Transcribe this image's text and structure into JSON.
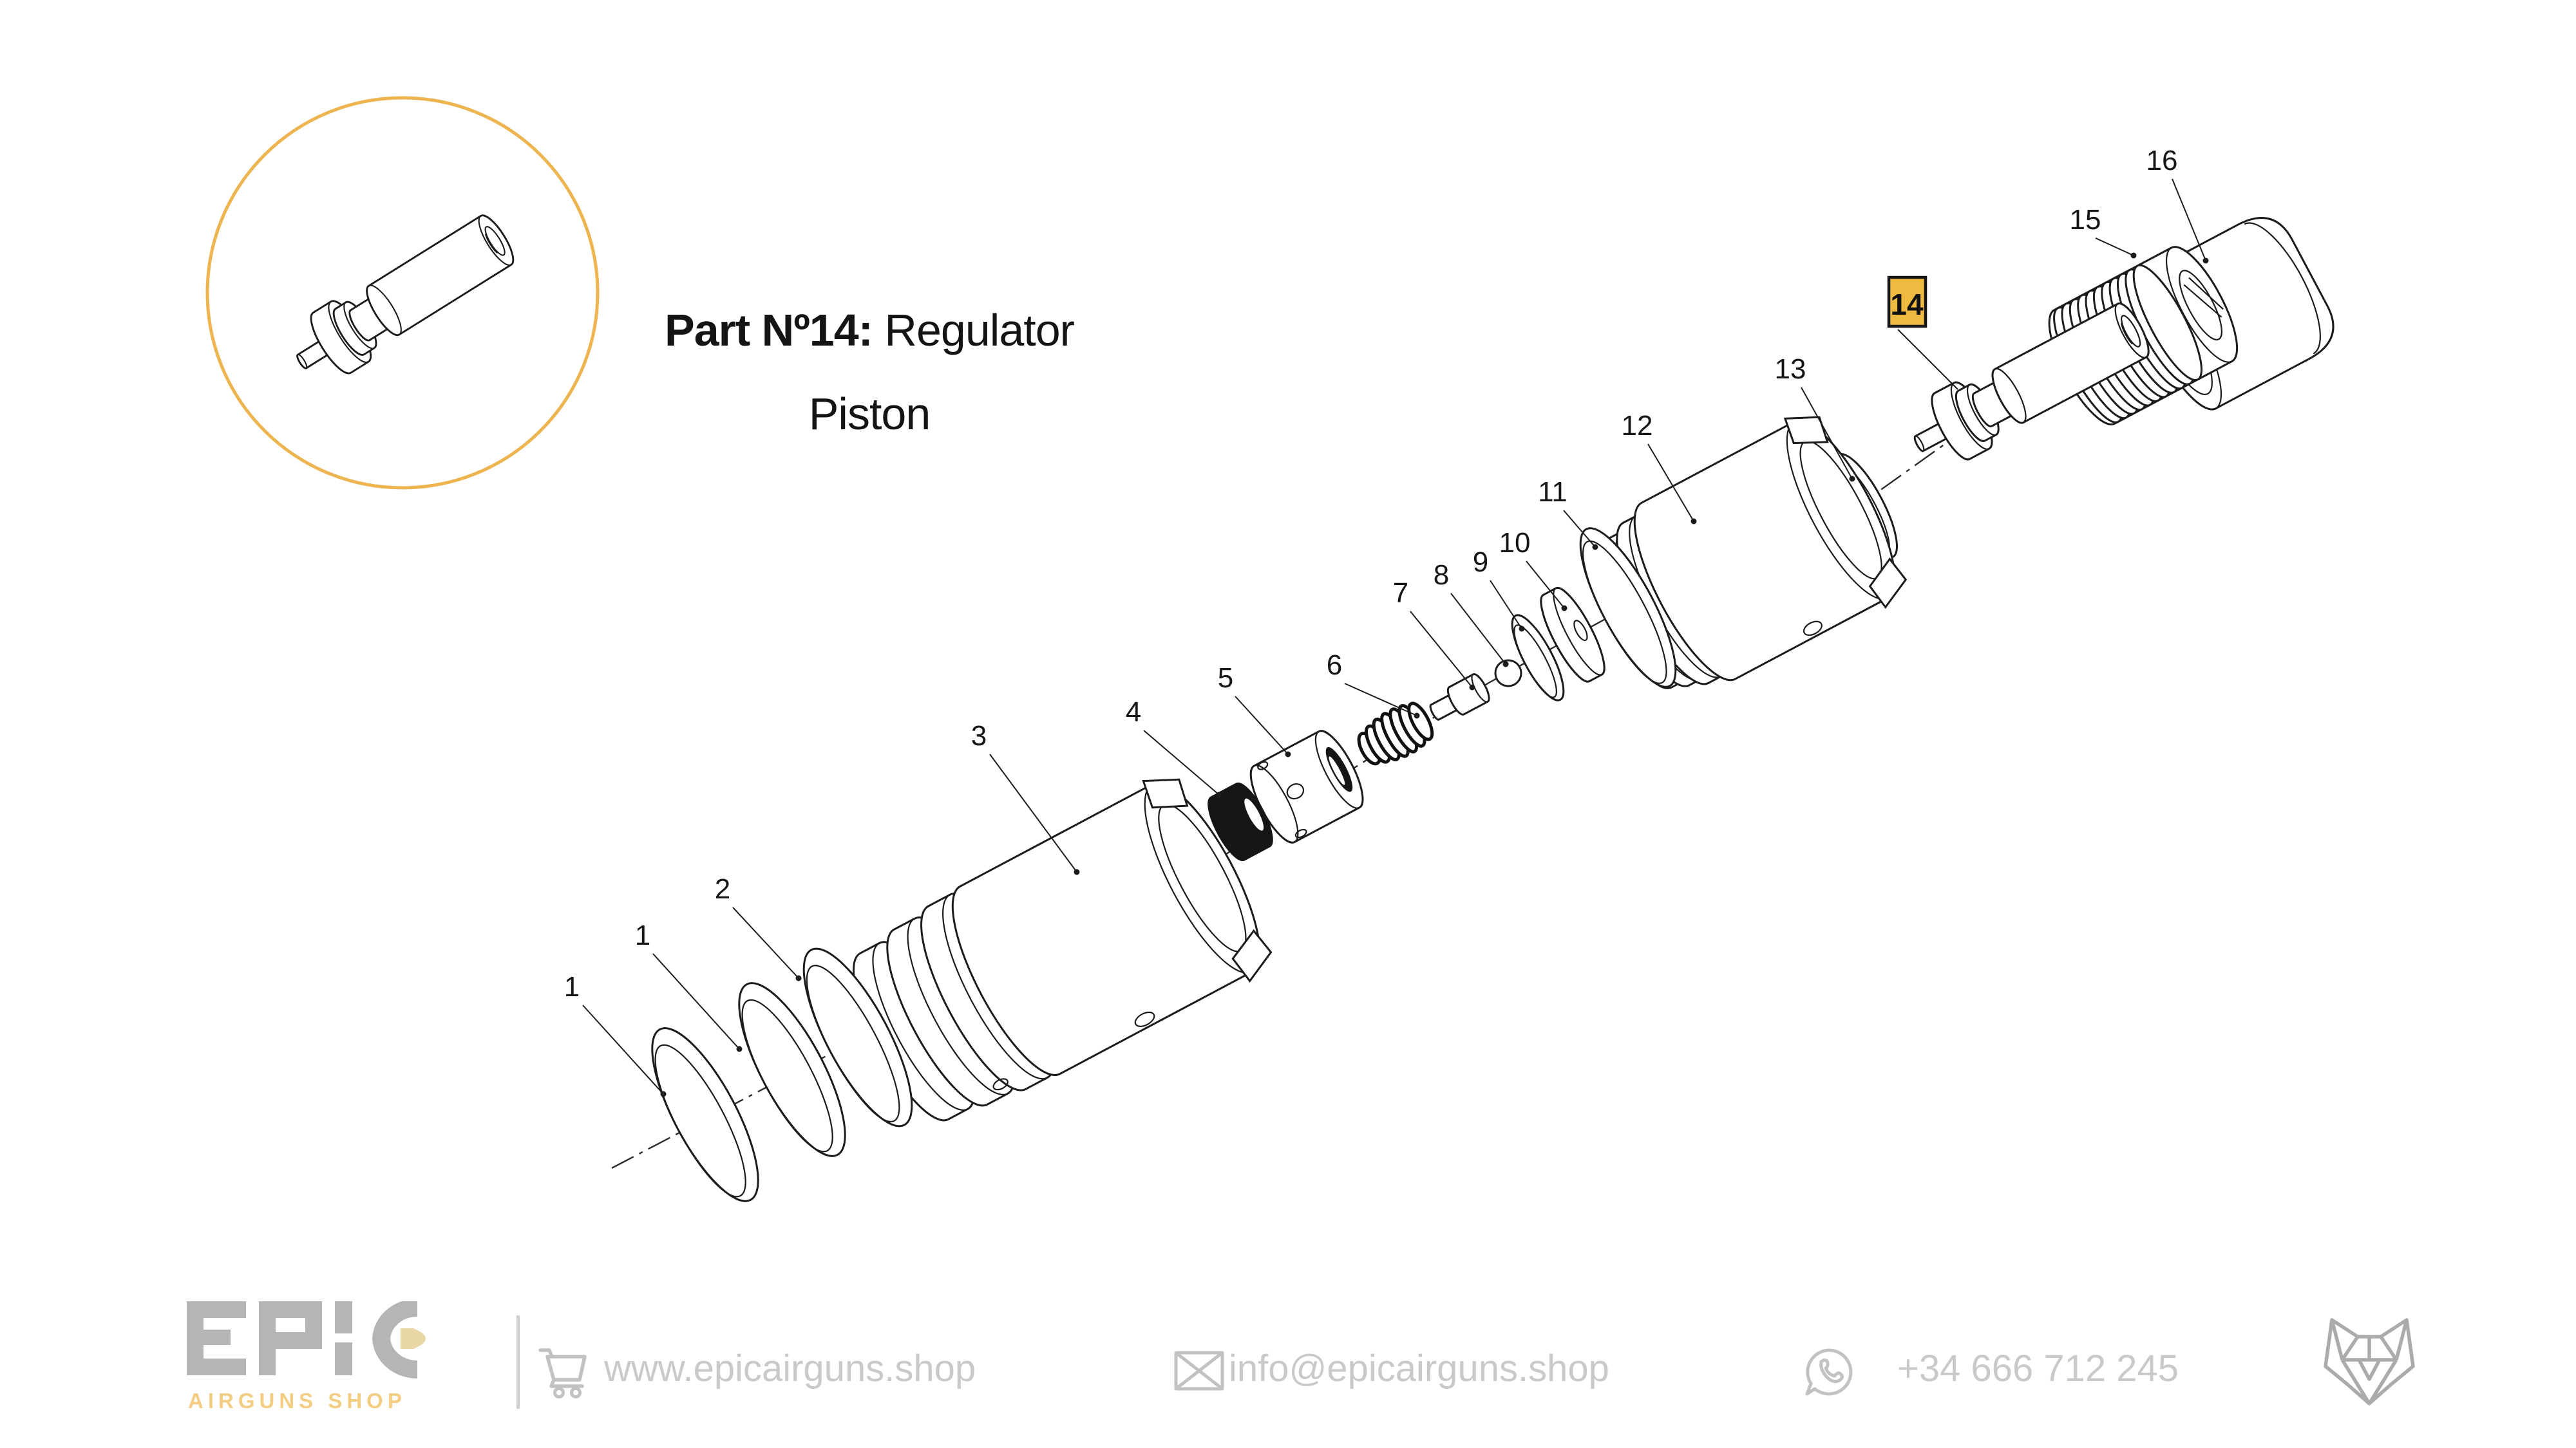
{
  "title": {
    "label": "Part Nº14:",
    "name": "Regulator Piston"
  },
  "inset": {
    "shape": "circle",
    "accent_color": "#EDB44F",
    "depicts": "regulator piston line drawing"
  },
  "diagram": {
    "type": "exploded-parts-diagram",
    "highlighted_part": "14",
    "highlight_color": "#EFBA42",
    "line_color": "#1c1c1c",
    "callouts": [
      "1",
      "1",
      "2",
      "3",
      "4",
      "5",
      "6",
      "7",
      "8",
      "9",
      "10",
      "11",
      "12",
      "13",
      "15",
      "16"
    ]
  },
  "footer": {
    "logo": {
      "brand": "EPIC",
      "tagline": "AIRGUNS SHOP",
      "brand_color": "#B5B5B5",
      "accent_color": "#F3CD82"
    },
    "contacts": [
      {
        "icon": "cart-icon",
        "text": "www.epicairguns.shop"
      },
      {
        "icon": "envelope-icon",
        "text": "info@epicairguns.shop"
      },
      {
        "icon": "whatsapp-icon",
        "text": "+34 666 712 245"
      }
    ],
    "text_color": "#C9C9C9",
    "wolf_logo_icon": "wolf-head-icon"
  }
}
